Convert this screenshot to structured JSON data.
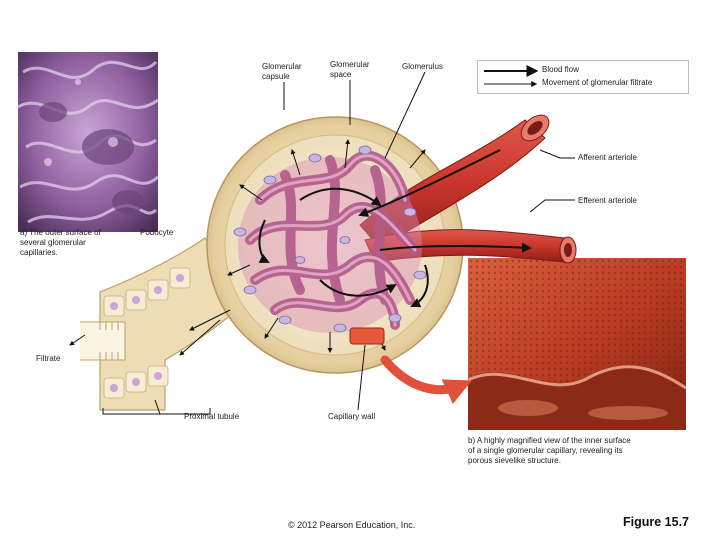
{
  "labels": {
    "glomerular_capsule": "Glomerular\ncapsule",
    "glomerular_space": "Glomerular\nspace",
    "glomerulus": "Glomerulus",
    "afferent_arteriole": "Afferent arteriole",
    "efferent_arteriole": "Efferent arteriole",
    "podocyte": "Podocyte",
    "filtrate": "Filtrate",
    "proximal_tubule": "Proximal tubule",
    "capillary_wall": "Capillary wall"
  },
  "legend": {
    "blood_flow": "Blood flow",
    "filtrate_movement": "Movement of glomerular filtrate"
  },
  "captions": {
    "a": "a) The outer surface of\n    several glomerular\n    capillaries.",
    "b": "b) A highly magnified view of the inner surface\n    of a single glomerular capillary, revealing its\n    porous sievelike structure."
  },
  "footer": {
    "copyright": "© 2012 Pearson Education, Inc.",
    "figure": "Figure 15.7"
  },
  "colors": {
    "capsule": "#e8d4a8",
    "capsule_space": "#f2e6c9",
    "arteriole": "#c9352b",
    "capillary": "#c46a9a",
    "micro_a": "#9b6aa8",
    "micro_b": "#c9472e"
  }
}
